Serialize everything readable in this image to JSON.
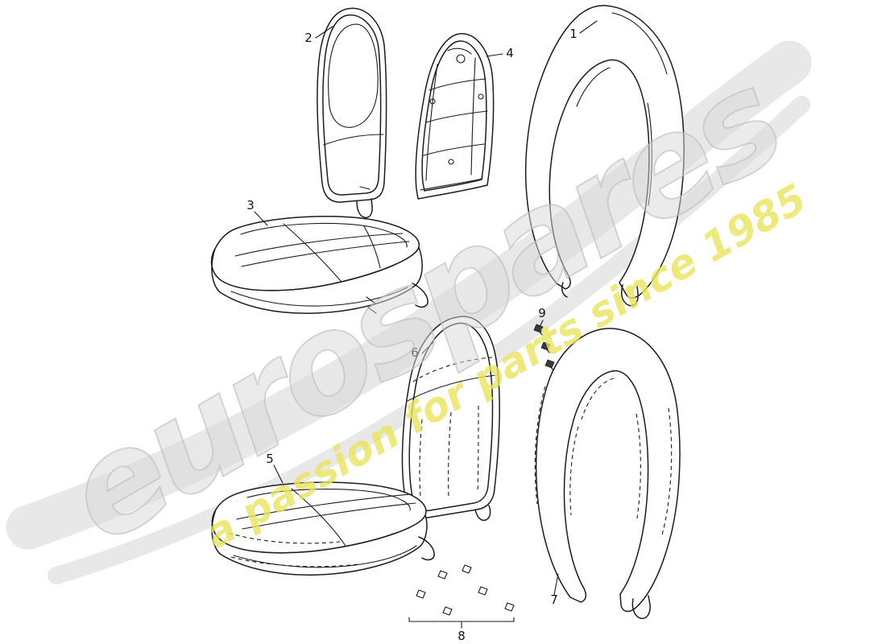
{
  "watermark": {
    "brand": "eurospares",
    "tagline": "a passion for parts since 1985",
    "brand_fill": "#d7d7d7",
    "tagline_color": "#e9e45c",
    "swoosh_color": "#e8e8e8"
  },
  "diagram": {
    "line_color": "#1c1c1c",
    "callouts": [
      {
        "label": "1"
      },
      {
        "label": "2"
      },
      {
        "label": "3"
      },
      {
        "label": "4"
      },
      {
        "label": "5"
      },
      {
        "label": "6"
      },
      {
        "label": "7"
      },
      {
        "label": "8"
      },
      {
        "label": "9"
      }
    ]
  }
}
